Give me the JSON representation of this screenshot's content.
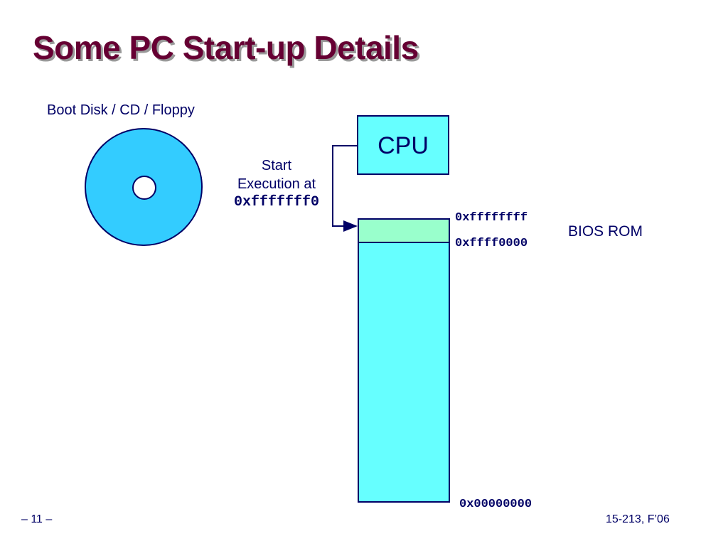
{
  "slide": {
    "title": "Some PC Start-up Details",
    "page_number": "– 11 –",
    "course": "15-213, F’06"
  },
  "diagram": {
    "disk_label": "Boot Disk / CD / Floppy",
    "start_line1": "Start",
    "start_line2": "Execution at",
    "start_address": "0xfffffff0",
    "cpu_label": "CPU",
    "rom_label": "BIOS ROM",
    "addr_top": "0xffffffff",
    "addr_rom_base": "0xffff0000",
    "addr_bottom": "0x00000000"
  },
  "colors": {
    "title": "#660033",
    "text": "#000066",
    "disk": "#33ccff",
    "memory": "#66ffff",
    "rom": "#99ffcc"
  }
}
